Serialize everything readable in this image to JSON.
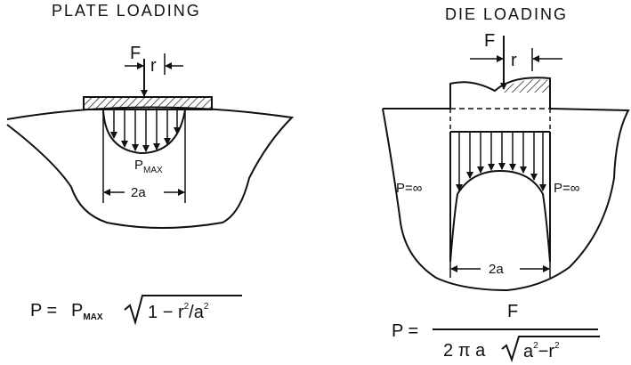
{
  "plate": {
    "title": "PLATE LOADING",
    "force_label": "F",
    "radius_label": "r",
    "pmax_main": "P",
    "pmax_sub": "MAX",
    "width_label": "2a",
    "formula": {
      "lhs": "P =",
      "p": "P",
      "sub": "MAX",
      "radicand_1": "1",
      "radicand_2": "−",
      "radicand_3": "r",
      "sup1": "2",
      "radicand_4": "/a",
      "sup2": "2"
    }
  },
  "die": {
    "title": "DIE LOADING",
    "force_label": "F",
    "radius_label": "r",
    "p_left": "P=∞",
    "p_right": "P=∞",
    "width_label": "2a",
    "formula": {
      "lhs": "P =",
      "numerator": "F",
      "den_1": "2",
      "den_pi": "π",
      "den_a": "a",
      "rad_a": "a",
      "sup1": "2",
      "rad_minus": "−",
      "rad_r": "r",
      "sup2": "2"
    }
  }
}
